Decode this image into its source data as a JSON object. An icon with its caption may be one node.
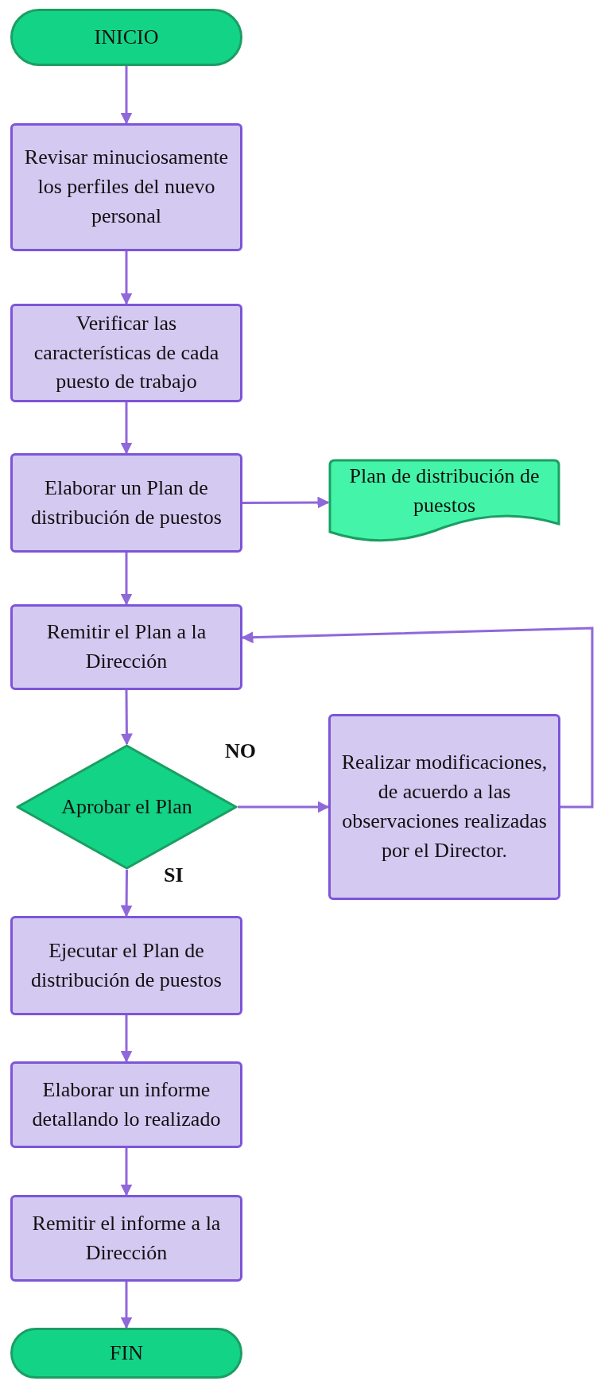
{
  "diagram": {
    "nodes": [
      {
        "text": [
          "INICIO"
        ]
      },
      {
        "text": [
          "Revisar minuciosamente los perfiles del nuevo personal"
        ]
      },
      {
        "text": [
          "Verificar las características de cada puesto de trabajo"
        ]
      },
      {
        "text": [
          "Elaborar un Plan de distribución de puestos"
        ]
      },
      {
        "text": [
          "Plan de distribución de puestos"
        ]
      },
      {
        "text": [
          "Remitir el Plan a la Dirección"
        ]
      },
      {
        "text": [
          "Aprobar el Plan"
        ]
      },
      {
        "text": [
          "Realizar modificaciones, de acuerdo a las observaciones realizadas por el Director."
        ]
      },
      {
        "text": [
          "Ejecutar el Plan de distribución de puestos"
        ]
      },
      {
        "text": [
          "Elaborar un informe detallando lo realizado"
        ]
      },
      {
        "text": [
          "Remitir el informe a la Dirección"
        ]
      },
      {
        "text": [
          "FIN"
        ]
      }
    ],
    "edges": [
      {
        "from": 0,
        "to": 1,
        "arrow": "to"
      },
      {
        "from": 1,
        "to": 2,
        "arrow": "to"
      },
      {
        "from": 2,
        "to": 3,
        "arrow": "to"
      },
      {
        "from": 3,
        "to": 4,
        "arrow": "to"
      },
      {
        "from": 3,
        "to": 5,
        "arrow": "to"
      },
      {
        "from": 5,
        "to": 6,
        "arrow": "to"
      },
      {
        "from": 6,
        "to": 7,
        "arrow": "to",
        "label": "NO"
      },
      {
        "from": 7,
        "to": 5,
        "arrow": "to"
      },
      {
        "from": 6,
        "to": 8,
        "arrow": "to",
        "label": "SI"
      },
      {
        "from": 8,
        "to": 9,
        "arrow": "to"
      },
      {
        "from": 9,
        "to": 10,
        "arrow": "to"
      },
      {
        "from": 10,
        "to": 11,
        "arrow": "to"
      }
    ]
  }
}
